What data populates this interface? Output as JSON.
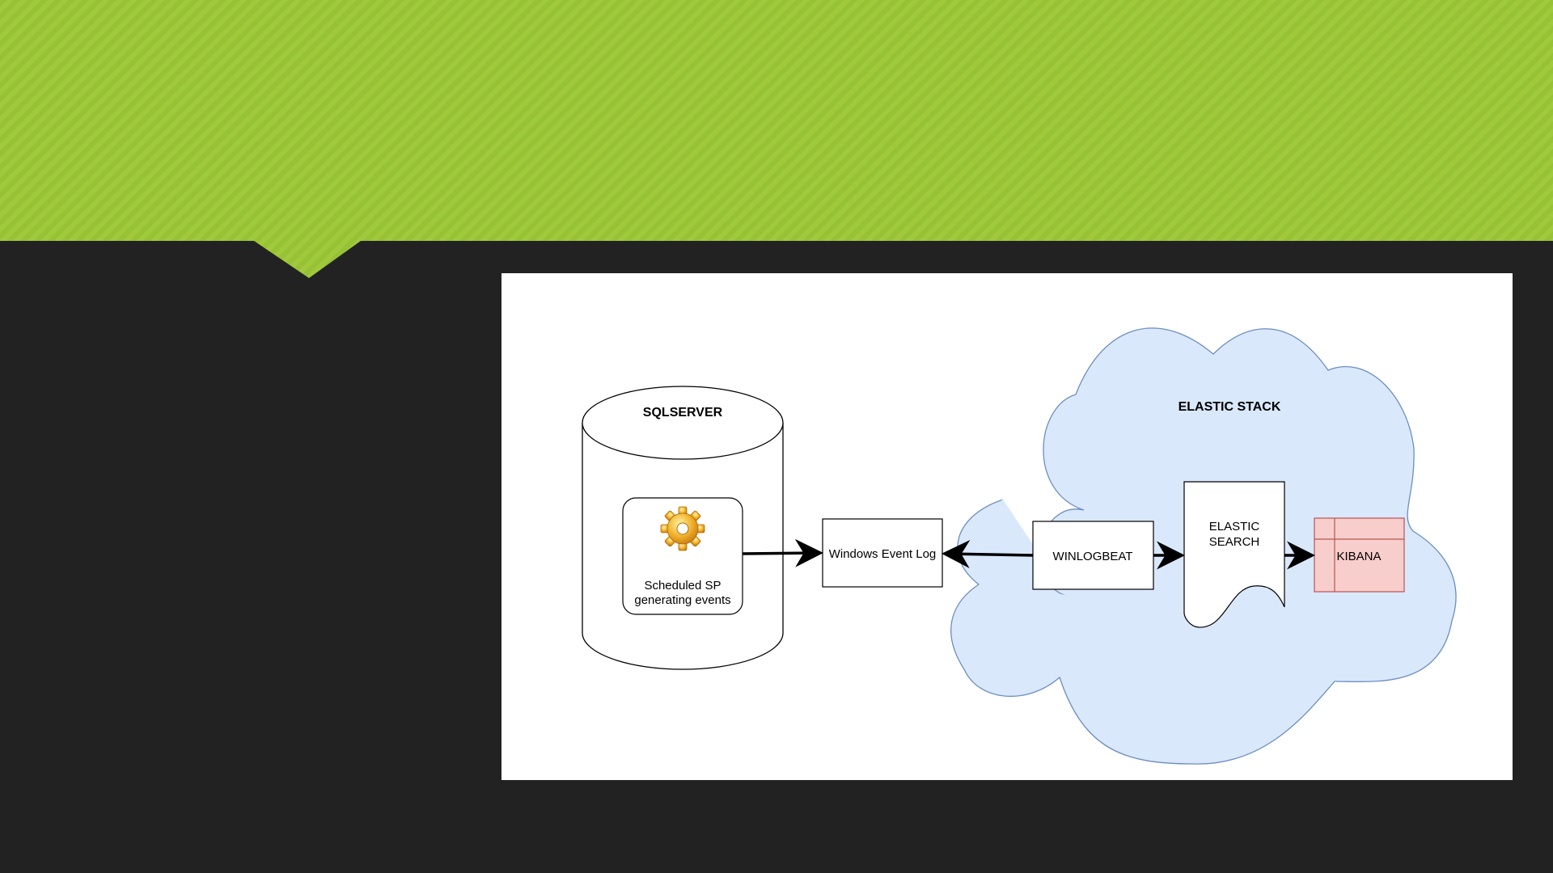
{
  "slide": {
    "header_color": "#9fc93c",
    "background_color": "#222222"
  },
  "diagram": {
    "nodes": {
      "sqlserver": {
        "label": "SQLSERVER",
        "shape": "cylinder"
      },
      "scheduled_sp": {
        "label_line1": "Scheduled SP",
        "label_line2": "generating events",
        "icon": "gear-icon"
      },
      "windows_event_log": {
        "label": "Windows Event Log"
      },
      "elastic_stack": {
        "label": "ELASTIC STACK",
        "shape": "cloud",
        "fill": "#dae8fc",
        "stroke": "#6c8ebf"
      },
      "winlogbeat": {
        "label": "WINLOGBEAT"
      },
      "elastic_search": {
        "label_line1": "ELASTIC",
        "label_line2": "SEARCH",
        "shape": "document"
      },
      "kibana": {
        "label": "KIBANA",
        "shape": "internal-storage",
        "fill": "#f8cecc",
        "stroke": "#b85450"
      }
    },
    "edges": [
      {
        "from": "scheduled_sp",
        "to": "windows_event_log"
      },
      {
        "from": "winlogbeat",
        "to": "windows_event_log"
      },
      {
        "from": "winlogbeat",
        "to": "elastic_search"
      },
      {
        "from": "elastic_search",
        "to": "kibana"
      }
    ]
  }
}
